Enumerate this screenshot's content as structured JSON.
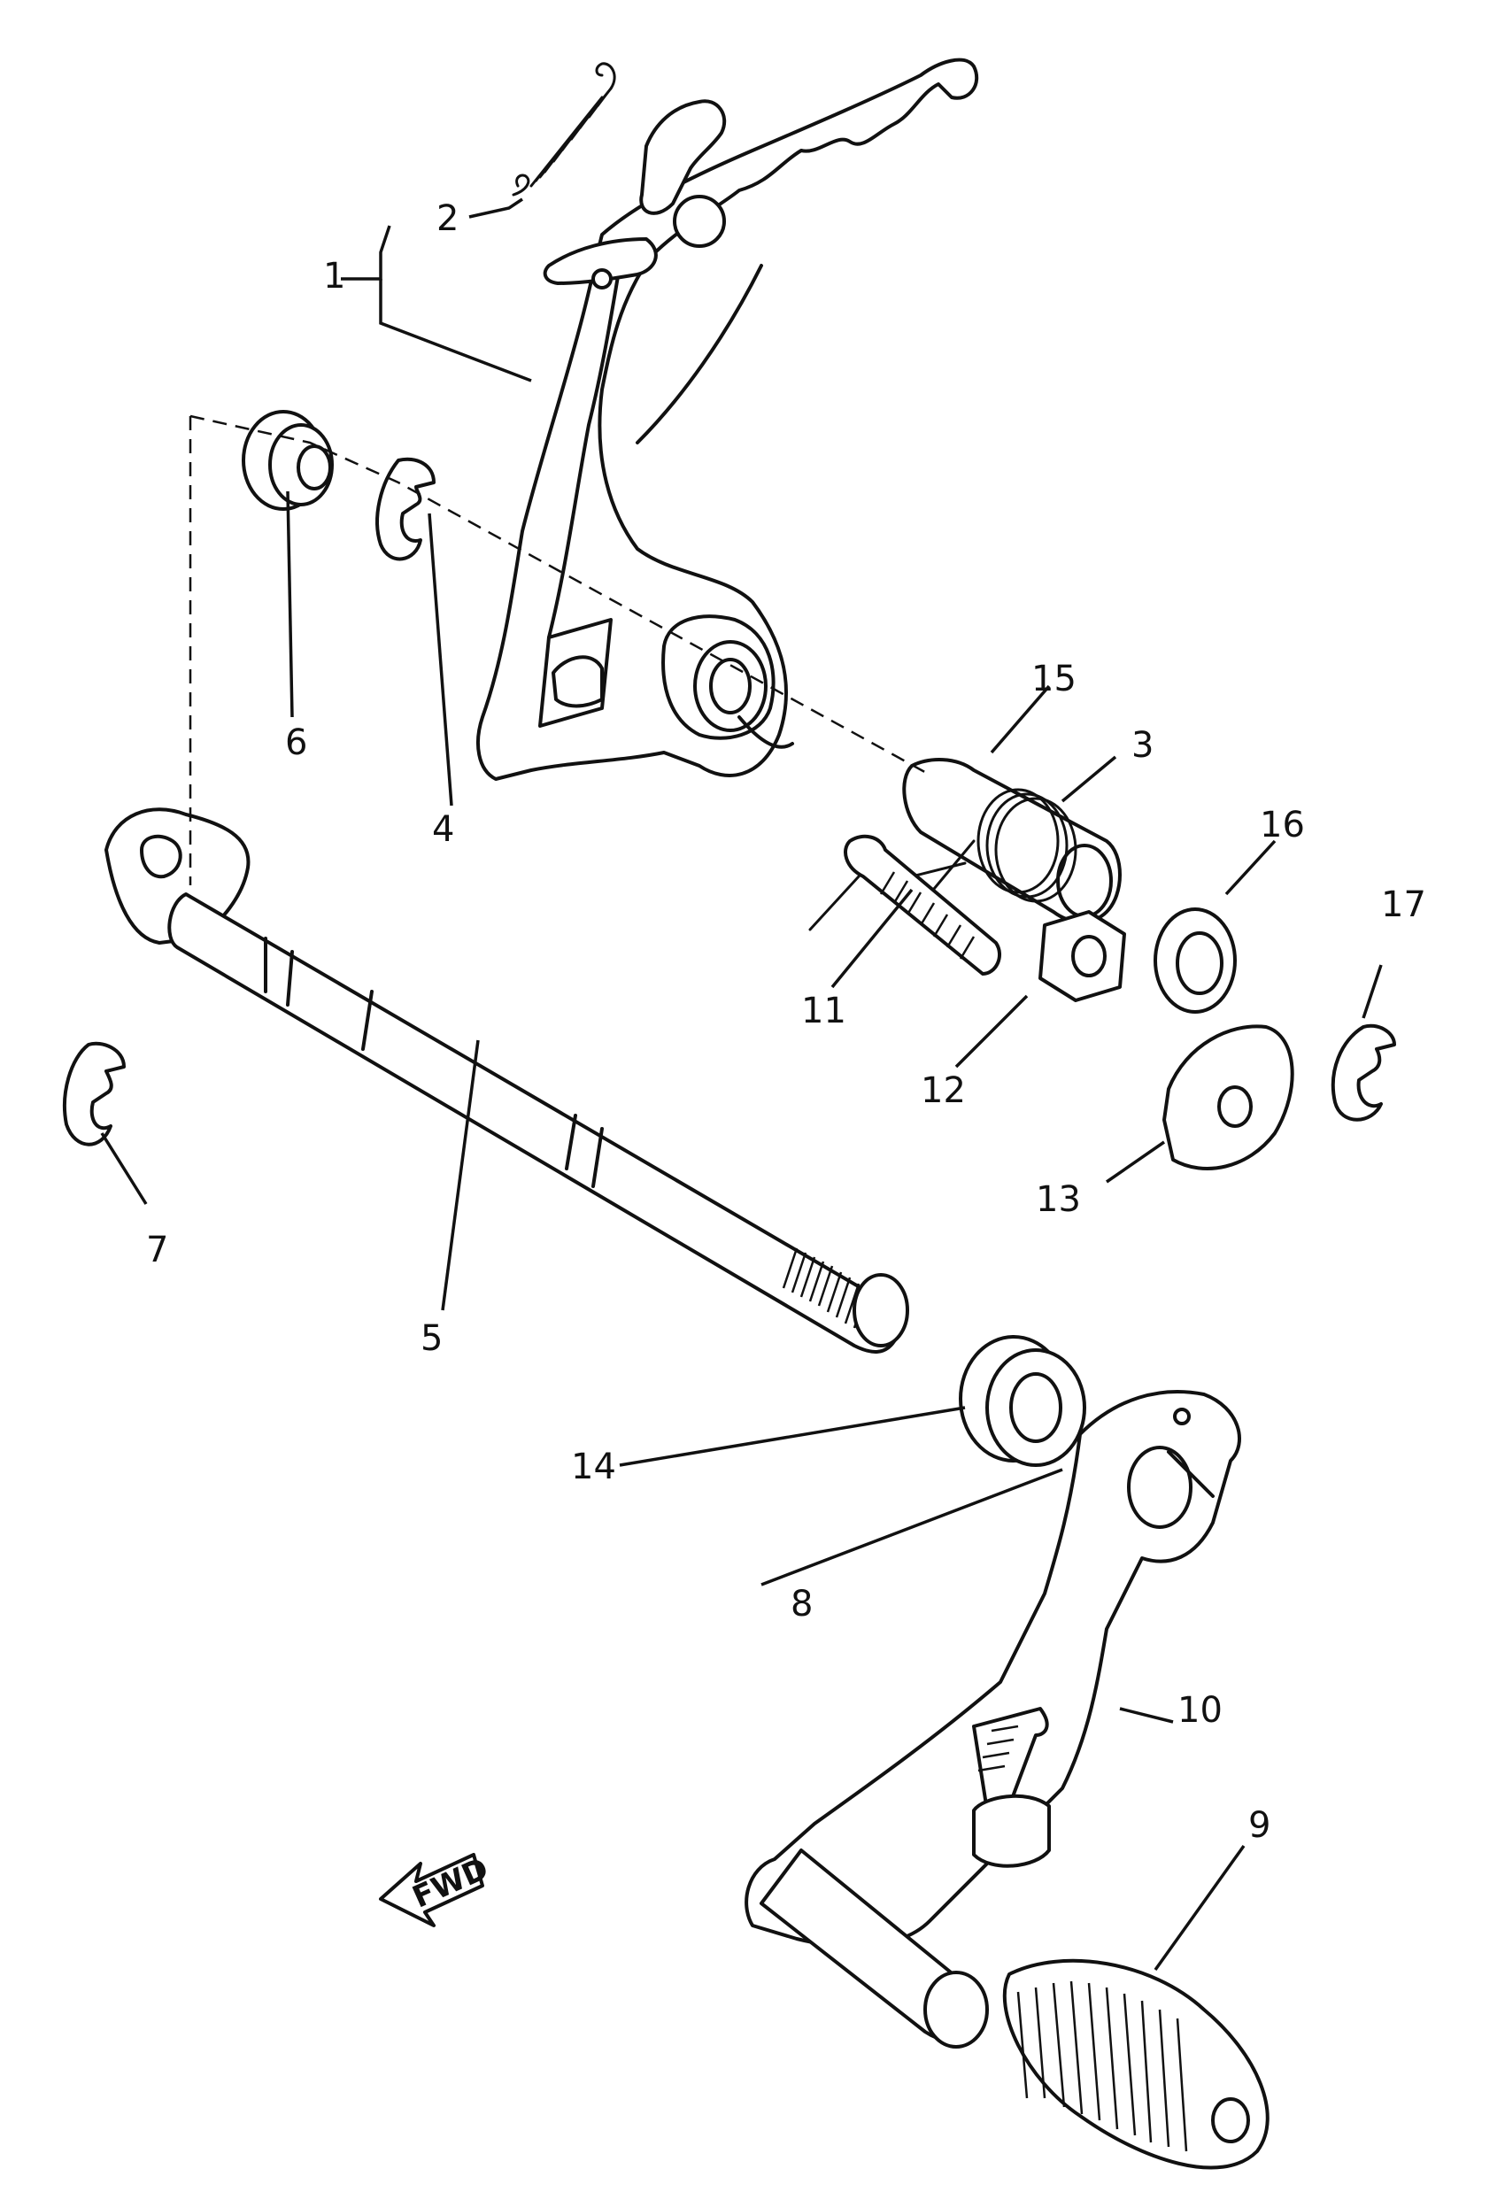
{
  "callouts": {
    "c1": "1",
    "c2": "2",
    "c3": "3",
    "c4": "4",
    "c5": "5",
    "c6": "6",
    "c7": "7",
    "c8": "8",
    "c9": "9",
    "c10": "10",
    "c11": "11",
    "c12": "12",
    "c13": "13",
    "c14": "14",
    "c15": "15",
    "c16": "16",
    "c17": "17"
  },
  "direction_arrow": "FWD"
}
